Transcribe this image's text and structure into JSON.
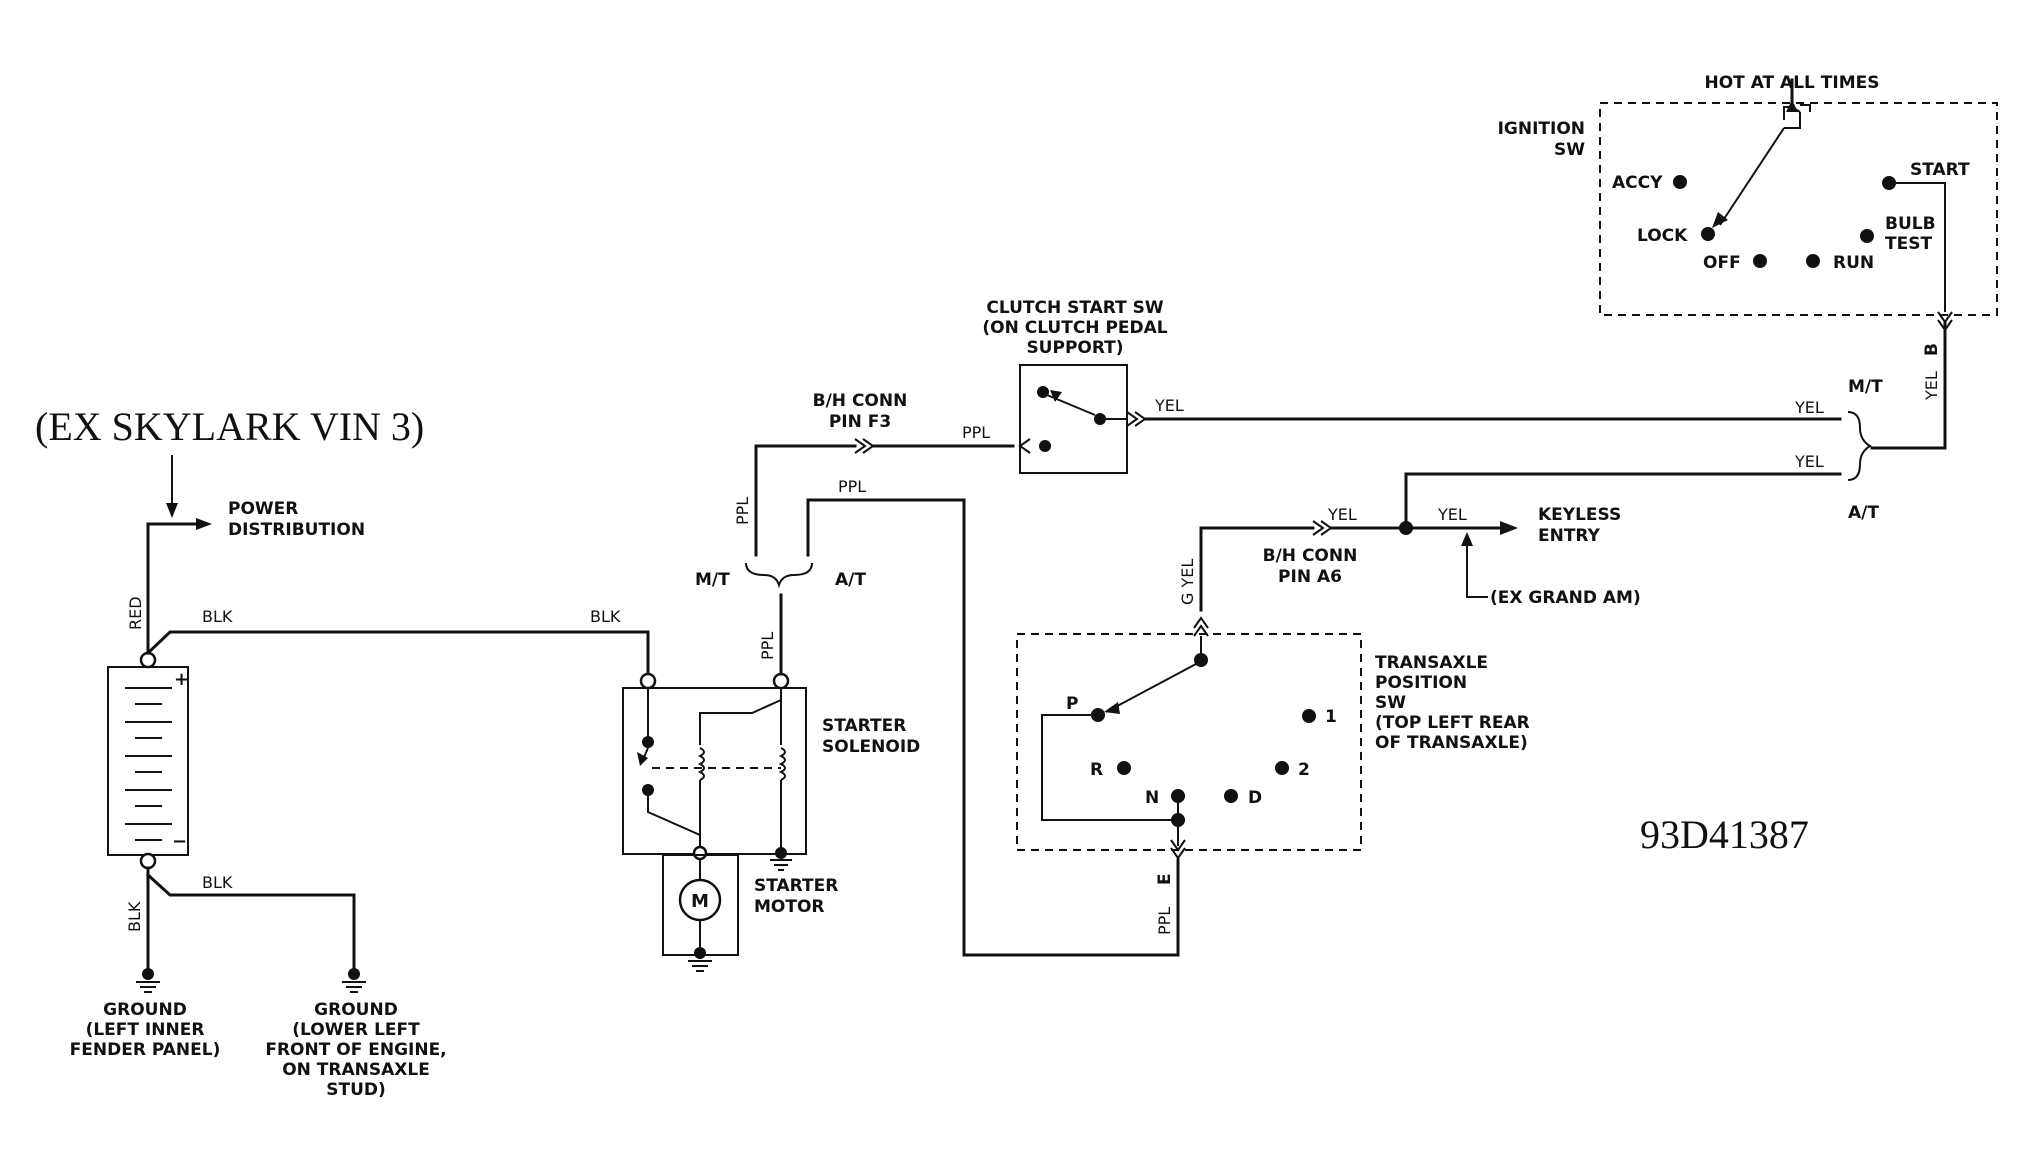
{
  "header_note": "(EX SKYLARK VIN 3)",
  "diagram_id": "93D41387",
  "labels": {
    "hot_at_all_times": "HOT AT ALL TIMES",
    "ignition_sw": [
      "IGNITION",
      "SW"
    ],
    "ign_positions": {
      "accy": "ACCY",
      "lock": "LOCK",
      "off": "OFF",
      "run": "RUN",
      "start": "START",
      "bulb_test": [
        "BULB",
        "TEST"
      ]
    },
    "clutch_start_sw": [
      "CLUTCH START SW",
      "(ON CLUTCH PEDAL",
      "SUPPORT)"
    ],
    "bh_conn_f3": [
      "B/H CONN",
      "PIN F3"
    ],
    "bh_conn_a6": [
      "B/H CONN",
      "PIN A6"
    ],
    "power_distribution": [
      "POWER",
      "DISTRIBUTION"
    ],
    "starter_solenoid": [
      "STARTER",
      "SOLENOID"
    ],
    "starter_motor": [
      "STARTER",
      "MOTOR"
    ],
    "motor_symbol": "M",
    "keyless_entry": [
      "KEYLESS",
      "ENTRY"
    ],
    "ex_grand_am": "(EX GRAND AM)",
    "transaxle_position_sw": [
      "TRANSAXLE",
      "POSITION",
      "SW",
      "(TOP LEFT REAR",
      "OF TRANSAXLE)"
    ],
    "gear_positions": {
      "p": "P",
      "r": "R",
      "n": "N",
      "d": "D",
      "two": "2",
      "one": "1"
    },
    "ground_1": [
      "GROUND",
      "(LEFT INNER",
      "FENDER PANEL)"
    ],
    "ground_2": [
      "GROUND",
      "(LOWER LEFT",
      "FRONT OF ENGINE,",
      "ON TRANSAXLE",
      "STUD)"
    ],
    "mt": "M/T",
    "at": "A/T",
    "mt_right": "M/T",
    "at_right": "A/T",
    "battery_plus": "+",
    "battery_minus": "−"
  },
  "wires": {
    "red": "RED",
    "blk_top": "BLK",
    "blk_top2": "BLK",
    "blk_bottom": "BLK",
    "blk_vertical": "BLK",
    "ppl_f3": "PPL",
    "ppl_left_vertical": "PPL",
    "ppl_top": "PPL",
    "ppl_solenoid": "PPL",
    "ppl_e": "PPL",
    "e_pin": "E",
    "yel_clutch": "YEL",
    "yel_mt": "YEL",
    "yel_at": "YEL",
    "yel_a6": "YEL",
    "yel_keyless": "YEL",
    "g_yel": "G  YEL",
    "yel_b": "YEL",
    "b_pin": "B"
  }
}
